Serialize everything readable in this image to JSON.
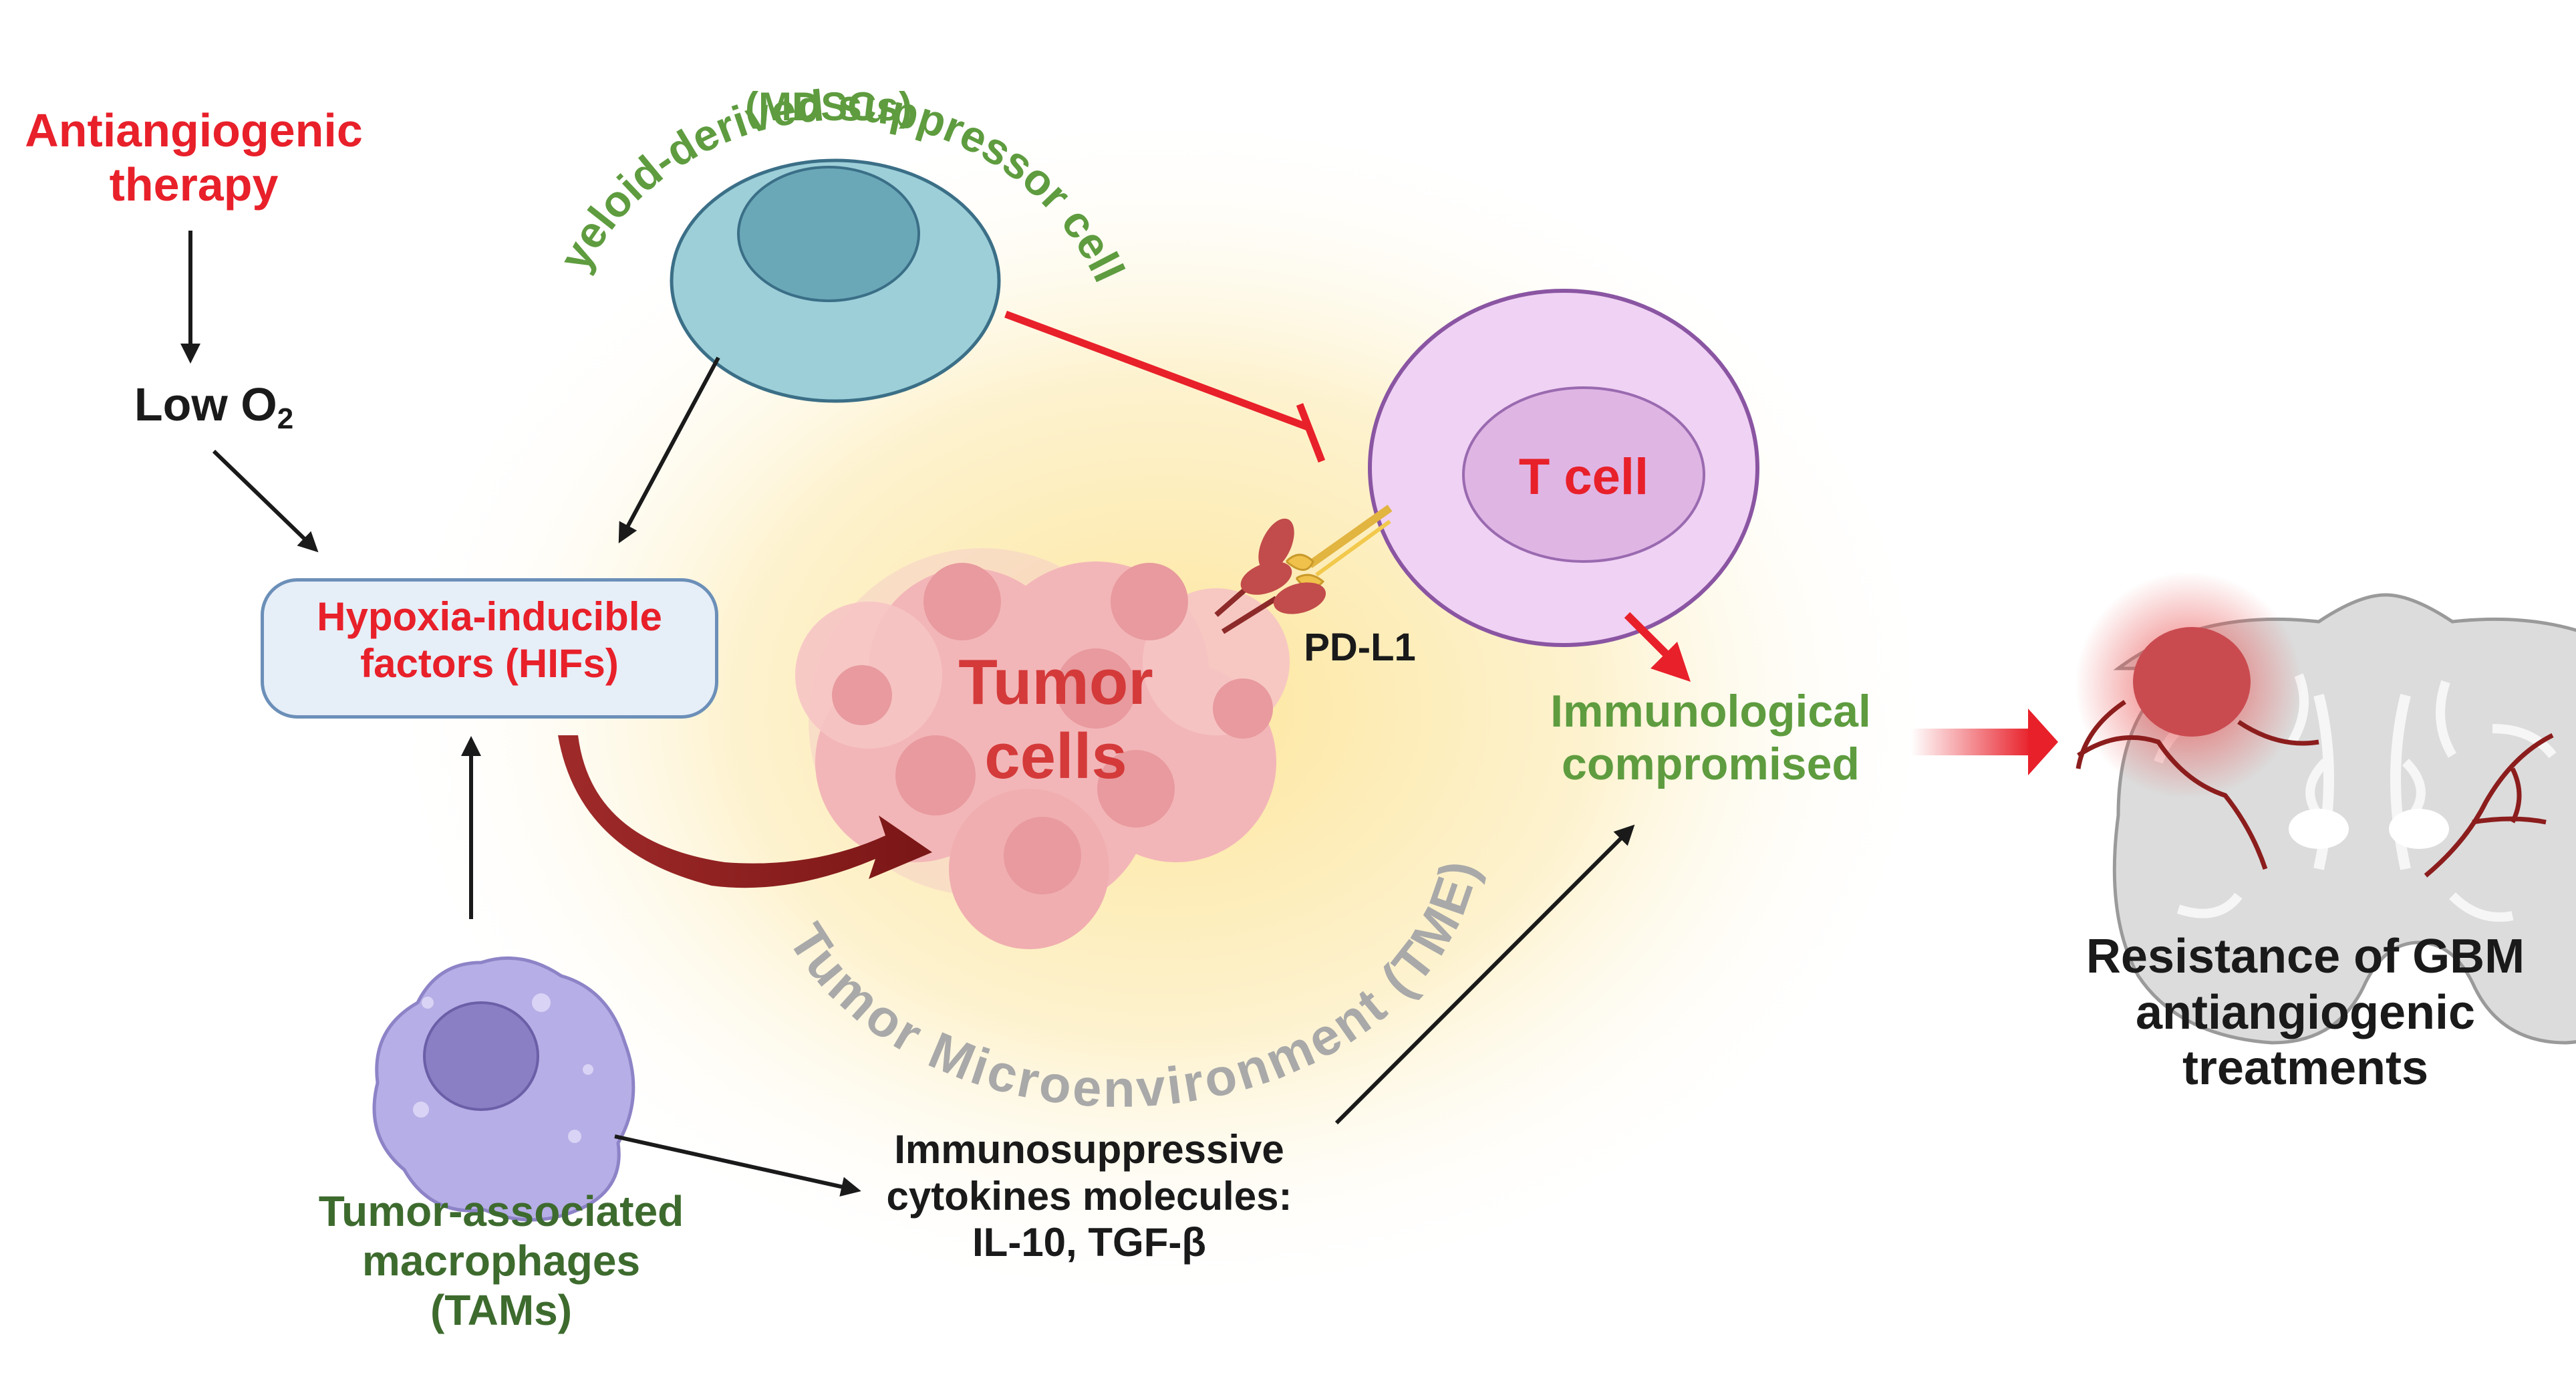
{
  "labels": {
    "antiangiogenic": "Antiangiogenic\ntherapy",
    "low_o2": "Low O",
    "low_o2_sub": "2",
    "hifs": "Hypoxia-inducible\nfactors (HIFs)",
    "mdsc_arc": "Myeloid-derived suppressor cells",
    "mdsc_abbr": "(MDSCs)",
    "t_cell": "T cell",
    "pd_l1": "PD-L1",
    "tumor_cells": "Tumor\ncells",
    "tme": "Tumor Microenvironment (TME)",
    "immunological": "Immunological\ncompromised",
    "tams": "Tumor-associated\nmacrophages\n(TAMs)",
    "cytokines": "Immunosuppressive\ncytokines molecules:\nIL-10, TGF-β",
    "resistance": "Resistance of GBM\nantiangiogenic\ntreatments"
  },
  "colors": {
    "red_text": "#e8202a",
    "green_text": "#5e9c3f",
    "dark_green_text": "#3d6b2e",
    "tme_text": "#a9a9a9",
    "mdsc_cell": "#9ccfd8",
    "tcell": "#f0d2f4",
    "tumor": "#f3b6b8",
    "tam": "#b6aee6",
    "glow": "#fde9a8"
  }
}
